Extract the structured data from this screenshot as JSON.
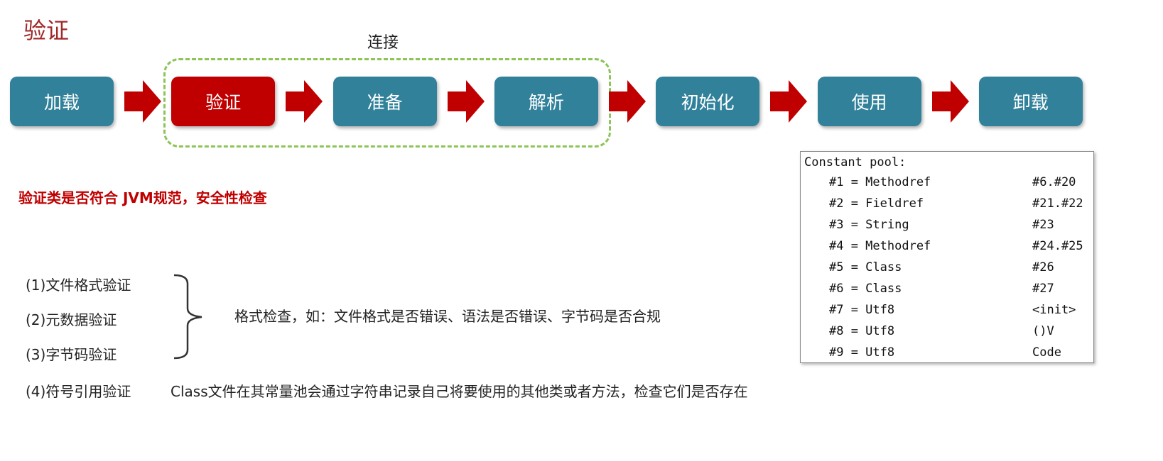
{
  "title": "验证",
  "group_label": "连接",
  "stages": [
    "加载",
    "验证",
    "准备",
    "解析",
    "初始化",
    "使用",
    "卸载"
  ],
  "active_stage": 1,
  "colors": {
    "stage": "#31819b",
    "active": "#c00000",
    "arrow": "#c00000",
    "group_border": "#8cc45a"
  },
  "summary": "验证类是否符合 JVM规范，安全性检查",
  "checks": [
    "(1)文件格式验证",
    "(2)元数据验证",
    "(3)字节码验证",
    "(4)符号引用验证"
  ],
  "format_check_desc": "格式检查，如：文件格式是否错误、语法是否错误、字节码是否合规",
  "symbol_check_desc": "Class文件在其常量池会通过字符串记录自己将要使用的其他类或者方法，检查它们是否存在",
  "constant_pool": {
    "header": "Constant pool:",
    "rows": [
      {
        "entry": "#1 = Methodref",
        "value": "#6.#20"
      },
      {
        "entry": "#2 = Fieldref",
        "value": "#21.#22"
      },
      {
        "entry": "#3 = String",
        "value": "#23"
      },
      {
        "entry": "#4 = Methodref",
        "value": "#24.#25"
      },
      {
        "entry": "#5 = Class",
        "value": "#26"
      },
      {
        "entry": "#6 = Class",
        "value": "#27"
      },
      {
        "entry": "#7 = Utf8",
        "value": "<init>"
      },
      {
        "entry": "#8 = Utf8",
        "value": "()V"
      },
      {
        "entry": "#9 = Utf8",
        "value": "Code"
      }
    ]
  }
}
